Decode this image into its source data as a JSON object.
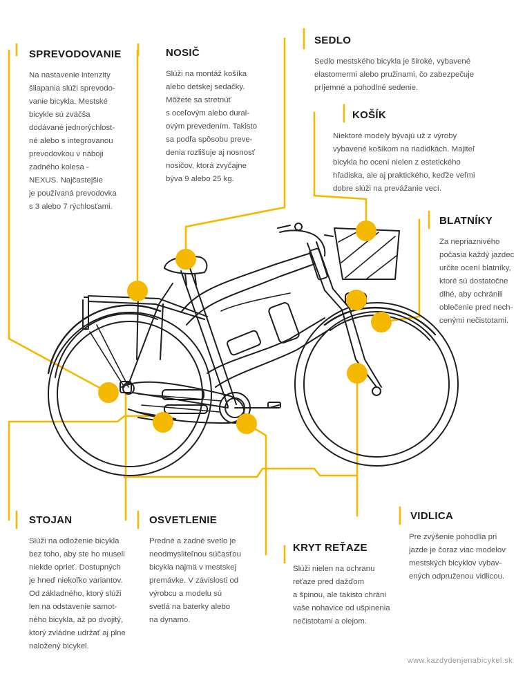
{
  "accent_color": "#f5b800",
  "line_color": "#1e1e1e",
  "sections": {
    "sprevodovanie": {
      "title": "SPREVODOVANIE",
      "text": "Na nastavenie intenzity\nšliapania slúži sprevodo-\nvanie bicykla. Mestské\nbicykle sú zväčša\ndodávané jednorýchlost-\nné alebo s integrovanou\nprevodovkou v náboji\nzadného kolesa -\nNEXUS. Najčastejšie\nje používaná prevodovka\ns 3 alebo 7 rýchlosťami."
    },
    "nosic": {
      "title": "NOSIČ",
      "text": "Slúži na montáž košíka\nalebo detskej sedačky.\nMôžete sa stretnúť\ns oceľovým alebo dural-\novým prevedením. Takisto\nsa podľa spôsobu preve-\ndenia rozlišuje aj nosnosť\nnosičov, ktorá zvyčajne\nbýva 9 alebo 25 kg."
    },
    "sedlo": {
      "title": "SEDLO",
      "text": "Sedlo mestského bicykla je široké, vybavené\nelastomermi alebo pružinami, čo zabezpečuje\npríjemné  a pohodlné sedenie."
    },
    "kosik": {
      "title": "KOŠÍK",
      "text": "Niektoré modely bývajú už z výroby\nvybavené košíkom na riadidkách. Majiteľ\nbicykla ho ocení nielen z estetického\nhľadiska, ale aj praktického, keďže veľmi\ndobre slúži na prevážanie vecí."
    },
    "blatniky": {
      "title": "BLATNÍKY",
      "text": "Za nepriaznivého\npočasia každý jazdec\nurčite ocení blatníky,\nktoré sú dostatočne\ndlhé, aby ochránili\noblečenie pred nech-\ncenými nečistotami."
    },
    "stojan": {
      "title": "STOJAN",
      "text": "Slúži na odloženie bicykla\nbez toho, aby ste ho museli\nniekde oprieť. Dostupných\nje hneď niekoľko variantov.\nOd základného, ktorý slúži\nlen na odstavenie samot-\nného bicykla, až po dvojitý,\nktorý zvládne udržať aj plne\nnaložený bicykel."
    },
    "osvetlenie": {
      "title": "OSVETLENIE",
      "text": "Predné a zadné svetlo je\nneodmysliteľnou súčasťou\nbicykla najmä v mestskej\npremávke. V závislosti od\nvýrobcu a modelu sú\nsvetlá na baterky alebo\nna dynamo."
    },
    "kryt_retaze": {
      "title": "KRYT REŤAZE",
      "text": "Slúži nielen na ochranu\nreťaze pred dažďom\na špinou, ale takisto chráni\nvaše nohavice od ušpinenia\nnečistotami a olejom."
    },
    "vidlica": {
      "title": "VIDLICA",
      "text": "Pre zvýšenie pohodlia pri\njazde je čoraz viac modelov\nmestských bicyklov vybav-\nených odpruženou vidlicou."
    }
  },
  "footer": "www.kazdydenjenabicykel.sk"
}
